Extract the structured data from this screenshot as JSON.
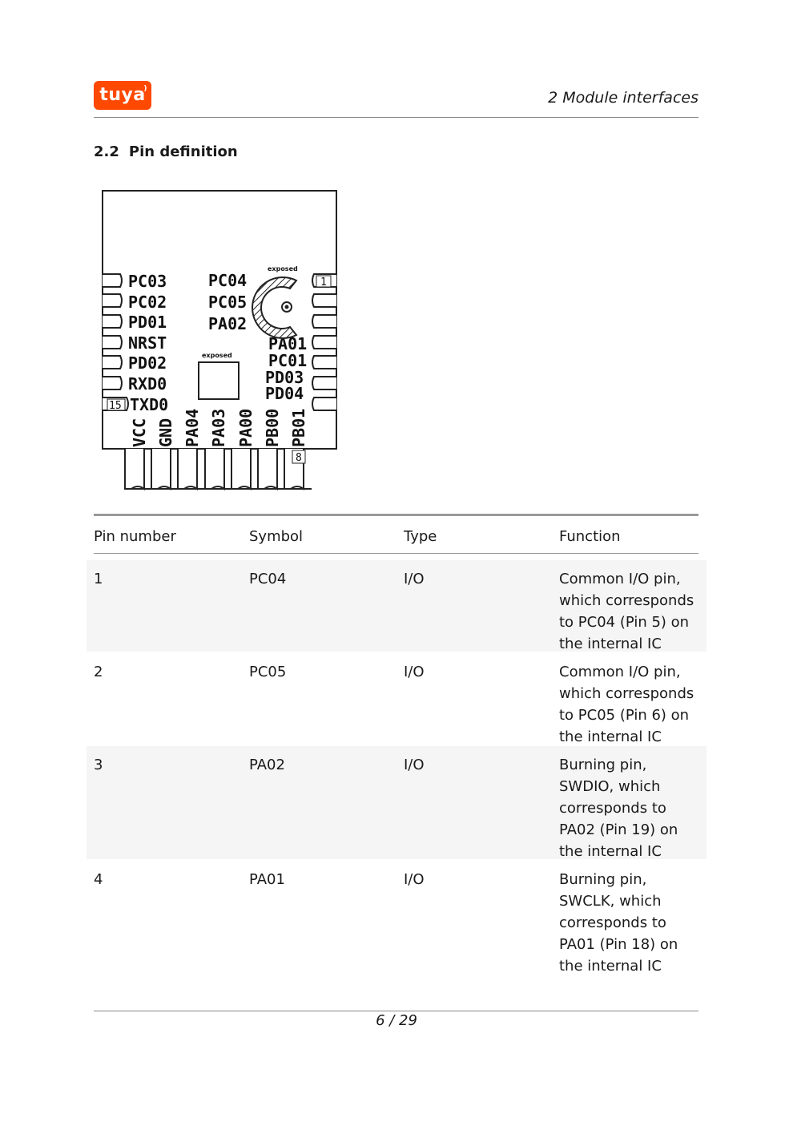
{
  "header": {
    "logo_text": "tuya",
    "section_title": "2  Module interfaces",
    "brand_color": "#ff4800"
  },
  "section": {
    "number": "2.2",
    "title": "Pin definition"
  },
  "diagram": {
    "left_pins": [
      "PC03",
      "PC02",
      "PD01",
      "NRST",
      "PD02",
      "RXD0",
      "TXD0"
    ],
    "top_pins": [
      "PC04",
      "PC05",
      "PA02"
    ],
    "right_pins": [
      "PA01",
      "PC01",
      "PD03",
      "PD04"
    ],
    "bottom_pins": [
      "VCC",
      "GND",
      "PA04",
      "PA03",
      "PA00",
      "PB00",
      "PB01"
    ],
    "exposed_label_top": "exposed",
    "exposed_label_center": "exposed",
    "pin1_label": "1",
    "pin8_label": "8",
    "pin15_label": "15"
  },
  "table": {
    "headers": [
      "Pin number",
      "Symbol",
      "Type",
      "Function"
    ],
    "rows": [
      {
        "pin": "1",
        "symbol": "PC04",
        "type": "I/O",
        "function": [
          "Common I/O pin,",
          "which corresponds",
          "to PC04 (Pin 5) on",
          "the internal IC"
        ]
      },
      {
        "pin": "2",
        "symbol": "PC05",
        "type": "I/O",
        "function": [
          "Common I/O pin,",
          "which corresponds",
          "to PC05 (Pin 6) on",
          "the internal IC"
        ]
      },
      {
        "pin": "3",
        "symbol": "PA02",
        "type": "I/O",
        "function": [
          "Burning pin,",
          "SWDIO, which",
          "corresponds to",
          "PA02 (Pin 19) on",
          "the internal IC"
        ]
      },
      {
        "pin": "4",
        "symbol": "PA01",
        "type": "I/O",
        "function": [
          "Burning pin,",
          "SWCLK, which",
          "corresponds to",
          "PA01 (Pin 18) on",
          "the internal IC"
        ]
      }
    ]
  },
  "footer": {
    "page": "6 / 29"
  }
}
